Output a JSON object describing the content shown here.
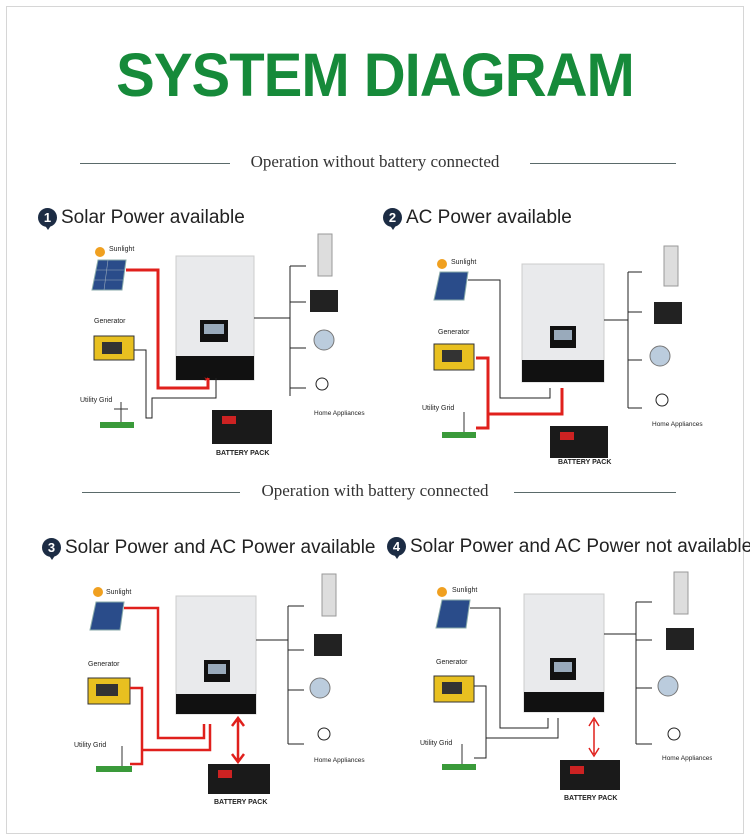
{
  "title": "SYSTEM DIAGRAM",
  "sections": {
    "without_battery": "Operation without battery connected",
    "with_battery": "Operation with battery connected"
  },
  "panels": [
    {
      "number": "1",
      "label": "Solar Power available"
    },
    {
      "number": "2",
      "label": "AC Power available"
    },
    {
      "number": "3",
      "label": "Solar Power and AC Power available"
    },
    {
      "number": "4",
      "label": "Solar Power and AC Power not available"
    }
  ],
  "labels": {
    "sunlight": "Sunlight",
    "generator": "Generator",
    "utility_grid": "Utility Grid",
    "home_appliances": "Home Appliances",
    "battery_pack": "BATTERY PACK"
  },
  "colors": {
    "title": "#168a3a",
    "active_flow": "#e0201c",
    "inactive_flow": "#222222"
  }
}
